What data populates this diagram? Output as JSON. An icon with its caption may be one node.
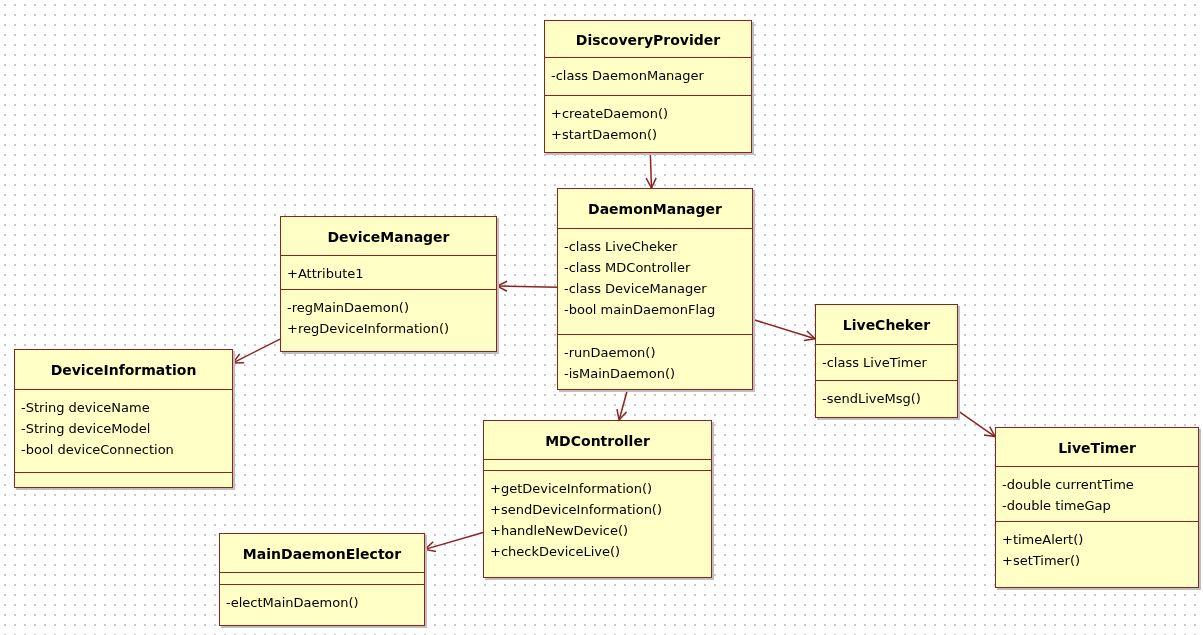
{
  "diagram": {
    "nodes": [
      {
        "text": [],
        "shape": "box"
      },
      {
        "text": [
          "DiscoveryProvider"
        ],
        "in": 0
      },
      {
        "text": [
          "-class DaemonManager"
        ],
        "in": 0
      },
      {
        "text": [
          "+createDaemon()",
          "+startDaemon()"
        ],
        "in": 0
      },
      {
        "text": [],
        "shape": "box"
      },
      {
        "text": [
          "DaemonManager"
        ],
        "in": 4
      },
      {
        "text": [
          "-class LiveCheker",
          "-class MDController",
          "-class DeviceManager",
          "-bool mainDaemonFlag"
        ],
        "in": 4
      },
      {
        "text": [
          "-runDaemon()",
          "-isMainDaemon()"
        ],
        "in": 4
      },
      {
        "text": [],
        "shape": "box"
      },
      {
        "text": [
          "DeviceManager"
        ],
        "in": 8
      },
      {
        "text": [
          "+Attribute1"
        ],
        "in": 8
      },
      {
        "text": [
          "-regMainDaemon()",
          "+regDeviceInformation()"
        ],
        "in": 8
      },
      {
        "text": [],
        "shape": "box"
      },
      {
        "text": [
          "LiveCheker"
        ],
        "in": 12
      },
      {
        "text": [
          "-class LiveTimer"
        ],
        "in": 12
      },
      {
        "text": [
          "-sendLiveMsg()"
        ],
        "in": 12
      },
      {
        "text": [],
        "shape": "box"
      },
      {
        "text": [
          "DeviceInformation"
        ],
        "in": 16
      },
      {
        "text": [
          "-String deviceName",
          "-String deviceModel",
          "-bool deviceConnection"
        ],
        "in": 16
      },
      {
        "text": [],
        "shape": "box",
        "in": 16
      },
      {
        "text": [],
        "shape": "box"
      },
      {
        "text": [
          "MDController"
        ],
        "in": 20
      },
      {
        "text": [],
        "shape": "box",
        "in": 20
      },
      {
        "text": [
          "+getDeviceInformation()",
          "+sendDeviceInformation()",
          "+handleNewDevice()",
          "+checkDeviceLive()"
        ],
        "in": 20
      },
      {
        "text": [],
        "shape": "box"
      },
      {
        "text": [
          "LiveTimer"
        ],
        "in": 24
      },
      {
        "text": [
          "-double currentTime",
          "-double timeGap"
        ],
        "in": 24
      },
      {
        "text": [
          "+timeAlert()",
          "+setTimer()"
        ],
        "in": 24
      },
      {
        "text": [],
        "shape": "box"
      },
      {
        "text": [
          "MainDaemonElector"
        ],
        "in": 28
      },
      {
        "text": [],
        "shape": "box",
        "in": 28
      },
      {
        "text": [
          "-electMainDaemon()"
        ],
        "in": 28
      }
    ],
    "edges": [
      {
        "from": 0,
        "to": 4,
        "arrow": "to"
      },
      {
        "from": 4,
        "to": 8,
        "arrow": "to"
      },
      {
        "from": 8,
        "to": 16,
        "arrow": "to"
      },
      {
        "from": 4,
        "to": 12,
        "arrow": "to"
      },
      {
        "from": 4,
        "to": 20,
        "arrow": "to"
      },
      {
        "from": 20,
        "to": 28,
        "arrow": "to"
      },
      {
        "from": 12,
        "to": 24,
        "arrow": "to"
      }
    ]
  }
}
